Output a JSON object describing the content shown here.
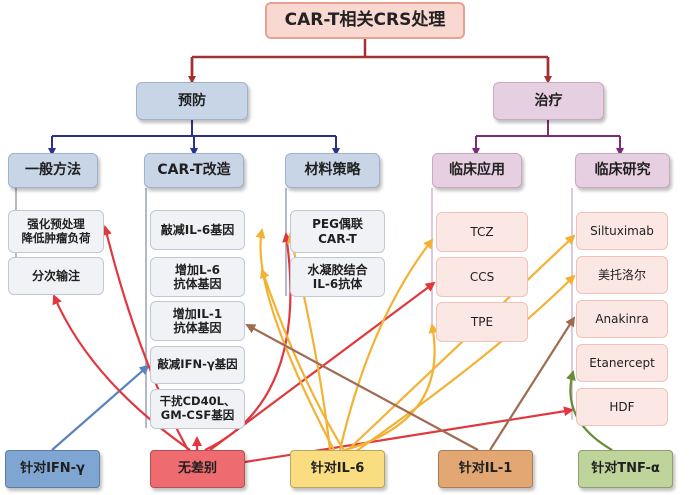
{
  "title": "CAR-T相关CRS处理",
  "branches": {
    "prevention": "预防",
    "treatment": "治疗"
  },
  "prevention_groups": {
    "general": "一般方法",
    "cart_mod": "CAR-T改造",
    "material": "材料策略"
  },
  "treatment_groups": {
    "clinical": "临床应用",
    "research": "临床研究"
  },
  "general_items": [
    "强化预处理\n降低肿瘤负荷",
    "分次输注"
  ],
  "cart_items": [
    "敲减IL-6基因",
    "增加L-6\n抗体基因",
    "增加IL-1\n抗体基因",
    "敲减IFN-γ基因",
    "干扰CD40L、\nGM-CSF基因"
  ],
  "material_items": [
    "PEG偶联\nCAR-T",
    "水凝胶结合\nIL-6抗体"
  ],
  "clinical_items": [
    "TCZ",
    "CCS",
    "TPE"
  ],
  "research_items": [
    "Siltuximab",
    "美托洛尔",
    "Anakinra",
    "Etanercept",
    "HDF"
  ],
  "targets": {
    "ifn": "针对IFN-γ",
    "none": "无差别",
    "il6": "针对IL-6",
    "il1": "针对IL-1",
    "tnf": "针对TNF-α"
  },
  "colors": {
    "tree_top": "#a33131",
    "tree_left": "#2c3288",
    "tree_right": "#7a2c7a",
    "ifn": "#5b84bf",
    "none": "#e0383e",
    "il6": "#f3b233",
    "il1": "#a06b4f",
    "tnf": "#6a8b3a"
  }
}
